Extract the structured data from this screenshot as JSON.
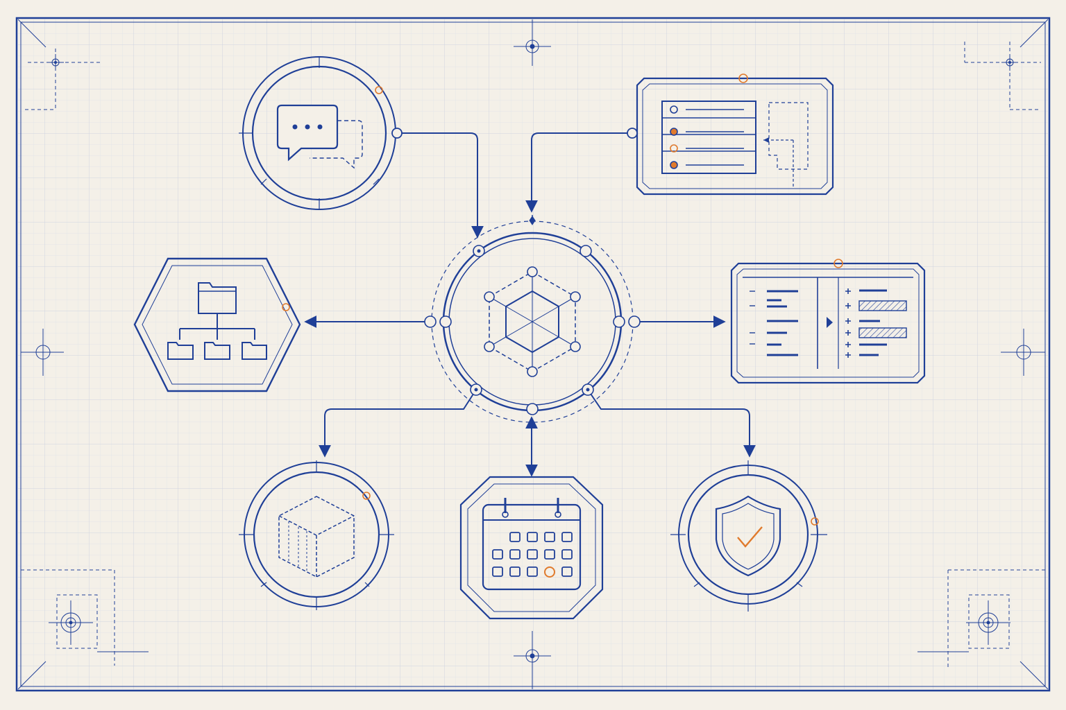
{
  "colors": {
    "paper": "#f4f0e8",
    "grid": "#d4d8e2",
    "ink": "#1f3f97",
    "accent": "#e07a2c"
  },
  "diagram": {
    "hub": {
      "icon": "geometric-network-icon"
    },
    "nodes": [
      {
        "id": "chat",
        "icon": "chat-bubbles-icon",
        "frame": "circle"
      },
      {
        "id": "list",
        "icon": "checklist-panel-icon",
        "frame": "chamfered-rect"
      },
      {
        "id": "folders",
        "icon": "folder-tree-icon",
        "frame": "hexagon"
      },
      {
        "id": "diff",
        "icon": "diff-compare-icon",
        "frame": "chamfered-rect"
      },
      {
        "id": "cube",
        "icon": "wireframe-cube-icon",
        "frame": "circle"
      },
      {
        "id": "calendar",
        "icon": "calendar-icon",
        "frame": "octagon"
      },
      {
        "id": "shield",
        "icon": "shield-check-icon",
        "frame": "circle"
      }
    ],
    "connectors": [
      {
        "from": "chat",
        "to": "hub",
        "arrow": "end"
      },
      {
        "from": "list",
        "to": "hub",
        "arrow": "end"
      },
      {
        "from": "hub",
        "to": "folders",
        "arrow": "end"
      },
      {
        "from": "hub",
        "to": "diff",
        "arrow": "end"
      },
      {
        "from": "hub",
        "to": "cube",
        "arrow": "end"
      },
      {
        "from": "hub",
        "to": "calendar",
        "arrow": "both"
      },
      {
        "from": "hub",
        "to": "shield",
        "arrow": "end"
      }
    ]
  }
}
